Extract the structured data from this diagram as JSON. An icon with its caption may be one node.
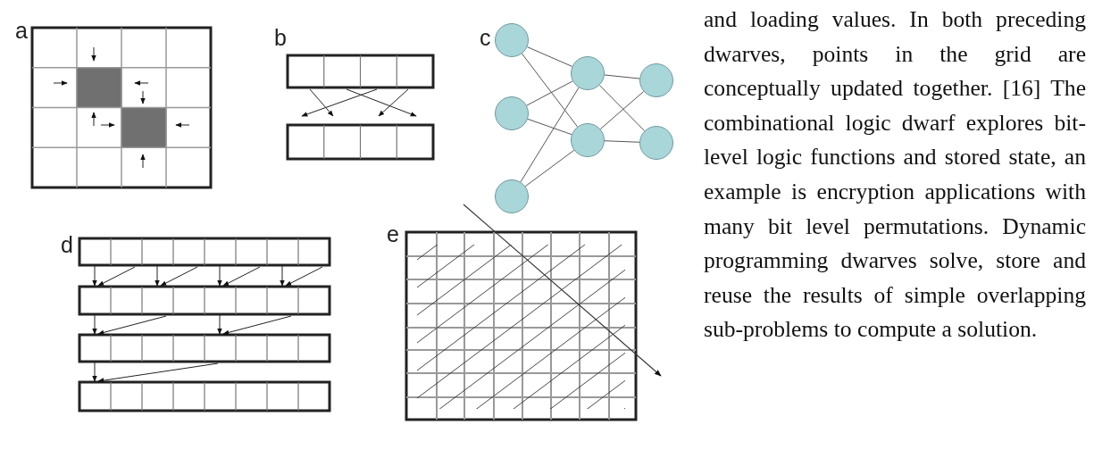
{
  "diagram": {
    "nodes": [
      {
        "text": [],
        "shape": "circle"
      },
      {
        "text": [],
        "shape": "circle"
      },
      {
        "text": [],
        "shape": "circle"
      },
      {
        "text": [],
        "shape": "circle"
      },
      {
        "text": [],
        "shape": "circle"
      },
      {
        "text": [],
        "shape": "circle"
      },
      {
        "text": [],
        "shape": "circle"
      }
    ],
    "edges": [
      {
        "from": 0,
        "to": 3,
        "arrow": "none"
      },
      {
        "from": 0,
        "to": 4,
        "arrow": "none"
      },
      {
        "from": 1,
        "to": 3,
        "arrow": "none"
      },
      {
        "from": 1,
        "to": 4,
        "arrow": "none"
      },
      {
        "from": 2,
        "to": 3,
        "arrow": "none"
      },
      {
        "from": 2,
        "to": 4,
        "arrow": "none"
      },
      {
        "from": 3,
        "to": 5,
        "arrow": "none"
      },
      {
        "from": 3,
        "to": 6,
        "arrow": "none"
      },
      {
        "from": 4,
        "to": 5,
        "arrow": "none"
      },
      {
        "from": 4,
        "to": 6,
        "arrow": "none"
      }
    ],
    "labels": [
      "a",
      "b",
      "c",
      "and loading values. In both preceding dwarves, points in the grid are conceptually updated together. [16] The combinational logic dwarf explores bit-level logic functions and stored state, an example is encryption applications with many bit level permutations. Dynamic programming dwarves solve, store and reuse the results of simple overlapping sub-problems to compute a solution.",
      "d",
      "e"
    ]
  }
}
